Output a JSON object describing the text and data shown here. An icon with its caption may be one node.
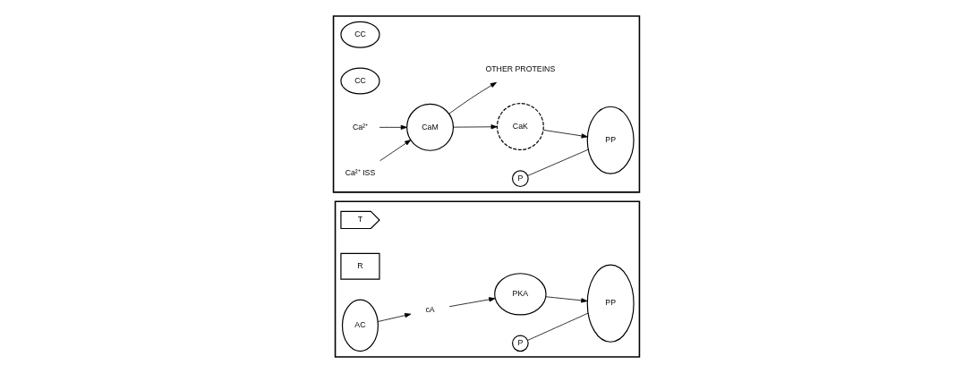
{
  "diagram": {
    "nodes": [
      {
        "text": [],
        "shape": "box"
      },
      {
        "text": [
          "T"
        ],
        "in": 0
      },
      {
        "text": [
          "R"
        ],
        "in": 0
      },
      {
        "text": [
          "AC"
        ],
        "in": 0
      },
      {
        "text": [
          "cA"
        ],
        "in": 0
      },
      {
        "text": [
          "PKA"
        ],
        "in": 0
      },
      {
        "text": [
          "P"
        ],
        "in": 0
      },
      {
        "text": [
          "PP"
        ],
        "in": 0
      },
      {
        "text": [],
        "shape": "box"
      },
      {
        "text": [
          "CC"
        ],
        "in": 8
      },
      {
        "text": [
          "CC"
        ],
        "in": 8
      },
      {
        "text": [
          "Ca²⁺"
        ],
        "in": 8
      },
      {
        "text": [
          "Ca²⁺ ISS"
        ],
        "in": 8
      },
      {
        "text": [
          "CaM"
        ],
        "in": 8
      },
      {
        "text": [
          "CaK"
        ],
        "in": 8
      },
      {
        "text": [
          "P"
        ],
        "in": 8
      },
      {
        "text": [
          "PP"
        ],
        "in": 8
      },
      {
        "text": [
          "OTHER PROTEINS"
        ],
        "in": 8
      }
    ],
    "edges": [
      {
        "from": 3,
        "to": 4,
        "arrow": "to"
      },
      {
        "from": 4,
        "to": 5,
        "arrow": "to"
      },
      {
        "from": 5,
        "to": 7,
        "arrow": "to"
      },
      {
        "from": 6,
        "to": 7,
        "arrow": "none"
      },
      {
        "from": 11,
        "to": 13,
        "arrow": "to"
      },
      {
        "from": 12,
        "to": 13,
        "arrow": "to"
      },
      {
        "from": 13,
        "to": 14,
        "arrow": "to"
      },
      {
        "from": 14,
        "to": 16,
        "arrow": "to"
      },
      {
        "from": 15,
        "to": 16,
        "arrow": "none"
      },
      {
        "from": 13,
        "to": 17,
        "arrow": "to"
      }
    ]
  }
}
